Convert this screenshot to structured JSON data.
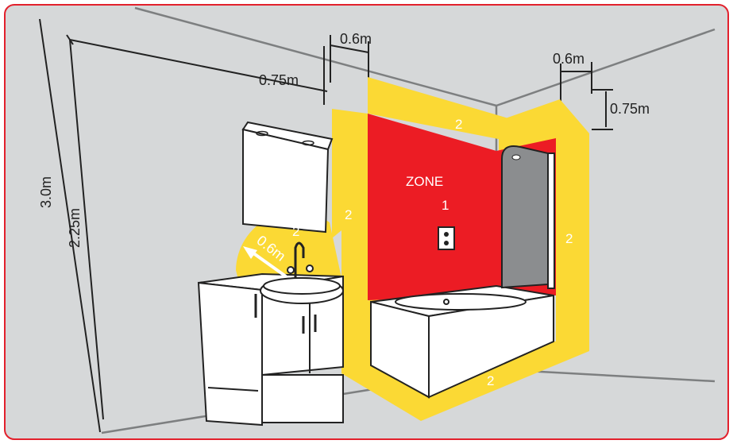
{
  "dimensions": {
    "ceiling_depth_left": "0.6m",
    "zone_width_left": "0.75m",
    "ceiling_depth_right": "0.6m",
    "zone_height_right": "0.75m",
    "room_height": "3.0m",
    "zone_height": "2.25m",
    "basin_radius": "0.6m"
  },
  "zones": {
    "zone1_title": "ZONE",
    "zone1_number": "1",
    "zone2_label": "2"
  },
  "colors": {
    "zone1": "#ec1c24",
    "zone2": "#fbd934",
    "wall": "#d6d8d9",
    "frame": "#e2202c",
    "shower_screen": "#8b8d8f"
  }
}
